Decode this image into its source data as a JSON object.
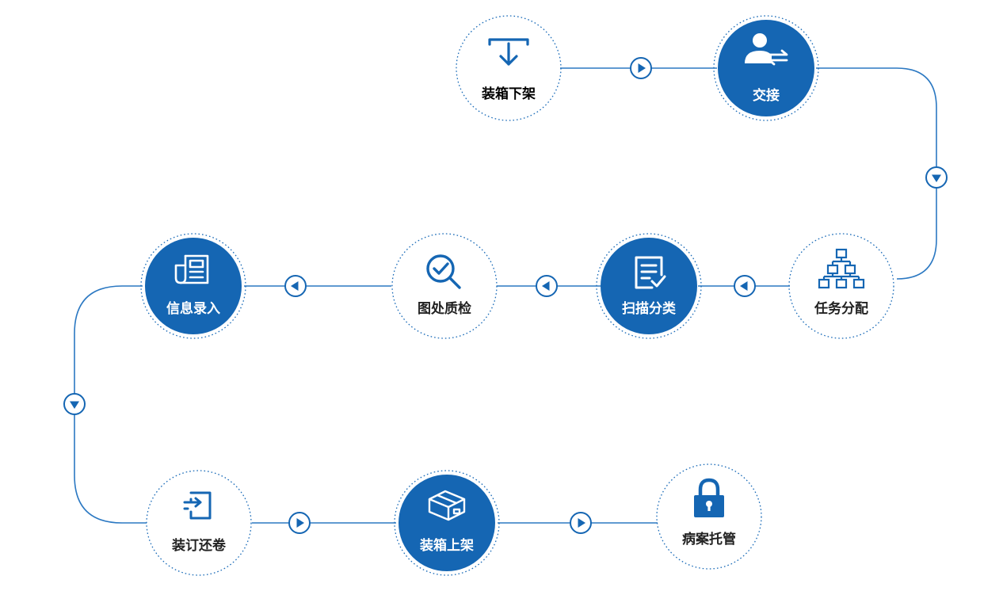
{
  "colors": {
    "primary": "#1566b3",
    "line": "#2b78c2",
    "ring": "#1a6bb8",
    "label_on_solid": "#ffffff",
    "label_on_plain": "#222222"
  },
  "nodes": [
    {
      "id": "box-unshelve",
      "label": "装箱下架",
      "style": "plain",
      "icon": "tray-down-icon"
    },
    {
      "id": "handover",
      "label": "交接",
      "style": "solid",
      "icon": "user-transfer-icon"
    },
    {
      "id": "task-assign",
      "label": "任务分配",
      "style": "plain",
      "icon": "org-chart-icon"
    },
    {
      "id": "scan-classify",
      "label": "扫描分类",
      "style": "solid",
      "icon": "document-check-icon"
    },
    {
      "id": "image-qc",
      "label": "图处质检",
      "style": "plain",
      "icon": "magnifier-check-icon"
    },
    {
      "id": "info-entry",
      "label": "信息录入",
      "style": "solid",
      "icon": "newspaper-icon"
    },
    {
      "id": "binding-return",
      "label": "装订还卷",
      "style": "plain",
      "icon": "file-return-icon"
    },
    {
      "id": "box-shelve",
      "label": "装箱上架",
      "style": "solid",
      "icon": "box-icon"
    },
    {
      "id": "record-custody",
      "label": "病案托管",
      "style": "plain",
      "icon": "padlock-icon"
    }
  ],
  "flow": [
    "box-unshelve",
    "handover",
    "task-assign",
    "scan-classify",
    "image-qc",
    "info-entry",
    "binding-return",
    "box-shelve",
    "record-custody"
  ]
}
